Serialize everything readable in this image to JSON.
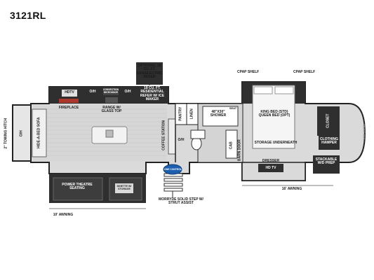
{
  "model": "3121RL",
  "labels": {
    "optional_refer": "OPTIONAL 18 CU. FT. GAS/ELECTRIC REFER",
    "cpap_left": "CPAP SHELF",
    "cpap_right": "CPAP SHELF",
    "hdtv_top": "HDTV",
    "oh_1": "O/H",
    "oh_2": "O/H",
    "convection_microwave": "CONVECTION MICROWAVE",
    "residential_refer": "18 CU. FT. RESIDENTIAL REFER W/ ICE MAKER",
    "fireplace": "FIREPLACE",
    "range": "RANGE W/ GLASS TOP",
    "pantry": "PANTRY",
    "linen": "LINEN",
    "shower": "48\"X30\" SHOWER",
    "seat": "SEAT",
    "bed": "KING BED (STD) QUEEN BED (OPT)",
    "closet": "CLOSET",
    "clothing_hamper": "CLOTHING HAMPER",
    "towing_hitch": "2\" TOWING HITCH",
    "oh_front": "O/H",
    "sofa": "HIDE-A-BED SOFA",
    "coffee_station": "COFFEE STATION",
    "oh_bath": "O/H",
    "cab": "CAB",
    "barn_door": "BARN DOOR",
    "storage_underneath": "STORAGE UNDERNEATH",
    "dresser": "DRESSER",
    "hd_tv": "HD TV",
    "stackable": "STACKABLE W/D PREP",
    "theatre_seating": "POWER THEATRE SEATING",
    "dinette": "DINETTE W/ STORAGE",
    "morryde": "MORRYDE SOLID STEP W/ STRUT ASSIST",
    "awning_16": "16' AWNING",
    "awning_10": "10' AWNING",
    "onecontrol": "ONE CONTROL",
    "montana": "MONTANA"
  },
  "colors": {
    "dark_fill": "#2f2f2f",
    "floor": "#d9d9d9",
    "logo_blue": "#1d5fae"
  }
}
